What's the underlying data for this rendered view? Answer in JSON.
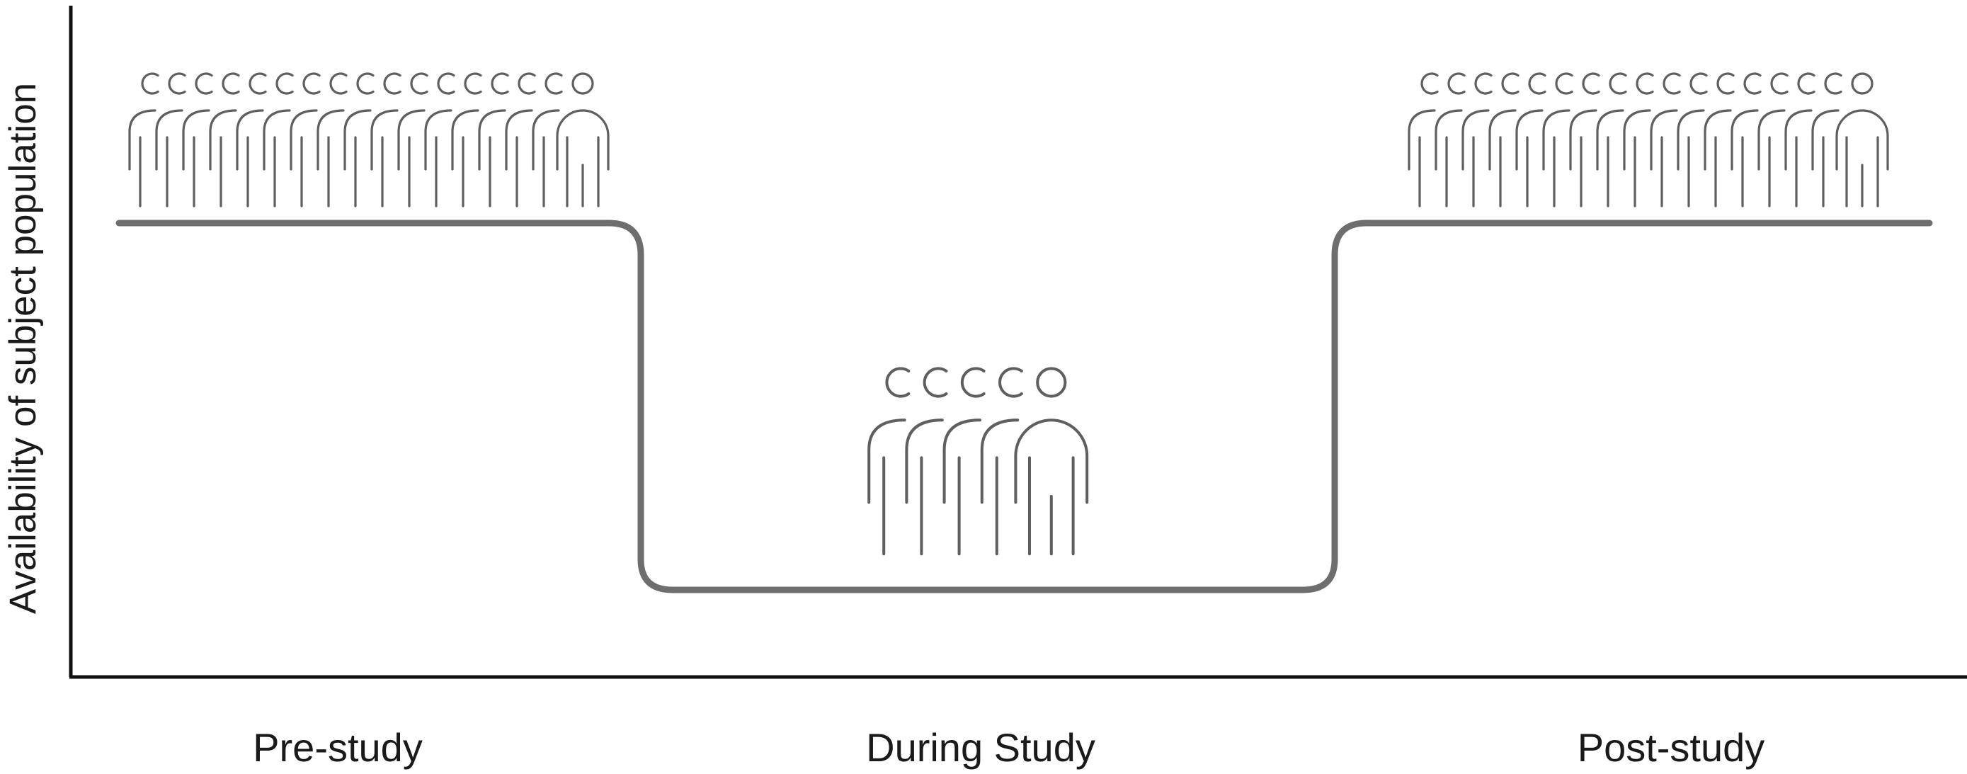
{
  "y_axis_label": "Availability of subject population",
  "phases": [
    {
      "label": "Pre-study",
      "availability": "high",
      "people": 17
    },
    {
      "label": "During Study",
      "availability": "low",
      "people": 5
    },
    {
      "label": "Post-study",
      "availability": "high",
      "people": 17
    }
  ],
  "colors": {
    "line": "#6e6e6e",
    "people": "#5f5f5f",
    "axis": "#111111"
  }
}
